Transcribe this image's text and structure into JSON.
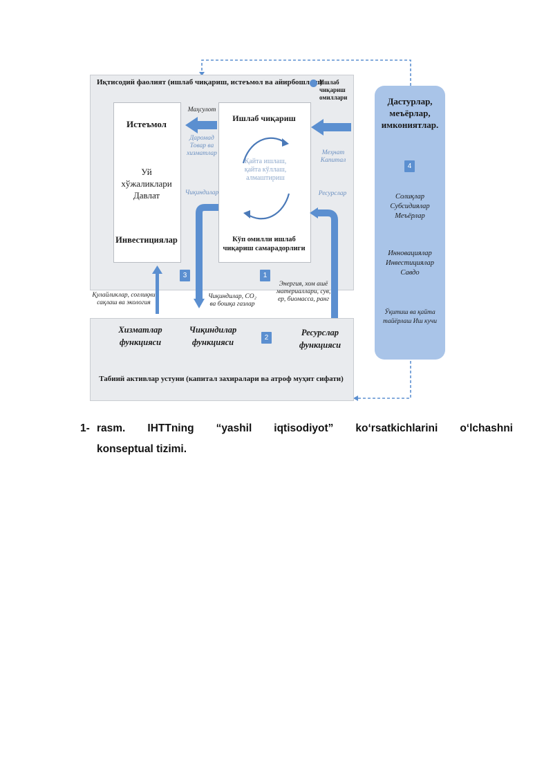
{
  "diagram": {
    "top_panel": {
      "title": "Иқтисодий фаолият (ишлаб чиқариш, истеъмол ва айирбошлаш)",
      "side_label": "Ишлаб чиқариш омиллари"
    },
    "consumption_box": {
      "heading": "Истеъмол",
      "middle": "Уй хўжаликлари Давлат",
      "bottom": "Инвестициялар"
    },
    "production_box": {
      "heading": "Ишлаб чиқариш",
      "cycle_text": "Қайта ишлаш, қайта кўллаш, алмаштириш",
      "bottom": "Кўп омилли ишлаб чиқариш самарадорлиги"
    },
    "arrow_labels": {
      "product": "Маҳсулот",
      "product_detail": "Даромад Товар ва хизматлар",
      "waste_top": "Чиқиндилар",
      "inputs": "Меҳнат Капитал",
      "resources": "Ресурслар",
      "amenities": "Қулайликлар, соғлиқни сақлаш ва экология",
      "emissions": "Чиқиндилар, CO₂ ва бошқа газлар",
      "energy": "Энергия, хом ашё материаллари, сув, ер, биомасса, ранг"
    },
    "numbers": [
      "1",
      "2",
      "3",
      "4"
    ],
    "bottom_panel": {
      "service": "Хизматлар функцияси",
      "waste": "Чиқиндилар функцияси",
      "resource": "Ресурслар функцияси",
      "title": "Табиий активлар устуни (капитал захиралари ва атроф муҳит сифати)"
    },
    "right_panel": {
      "title": "Дастурлар, меъёрлар, имкониятлар.",
      "group1": "Солиқлар Субсидиялар Меъёрлар",
      "group2": "Инновациялар Инвестициялар Савдо",
      "group3": "Ўқитиш ва қайта тайёрлаш Иш кучи"
    },
    "colors": {
      "accent": "#5b8fd0",
      "panel": "#e9ebee",
      "right_panel": "#a9c4e8"
    }
  },
  "caption": {
    "number": "1-",
    "line1": [
      "rasm.",
      "IHTTning",
      "“yashil",
      "iqtisodiyot”",
      "ko‘rsatkichlarini",
      "o‘lchashni"
    ],
    "line2": "konseptual tizimi."
  }
}
